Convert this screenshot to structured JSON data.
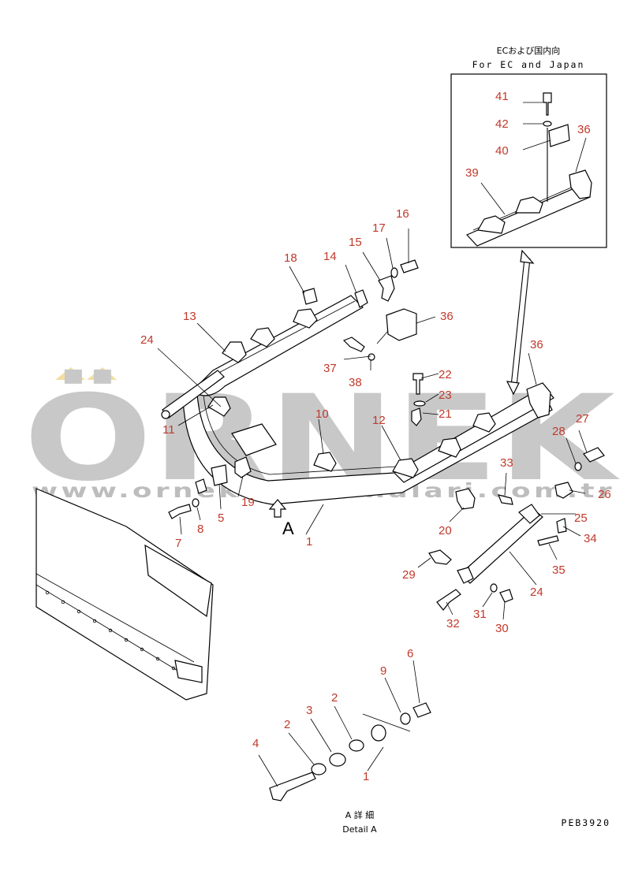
{
  "inset": {
    "title_jp": "ECおよび国内向",
    "title_en": "For EC and Japan"
  },
  "detail": {
    "marker": "A",
    "caption_jp": "A 詳 細",
    "caption_en": "Detail A"
  },
  "drawing_code": "PEB3920",
  "watermark": {
    "brand": "ÖRNEK",
    "url": "www.ornekismakinalari.com.tr"
  },
  "callouts": [
    "1",
    "2",
    "3",
    "4",
    "5",
    "6",
    "7",
    "8",
    "9",
    "10",
    "11",
    "12",
    "13",
    "14",
    "15",
    "16",
    "17",
    "18",
    "19",
    "20",
    "21",
    "22",
    "23",
    "24",
    "25",
    "26",
    "27",
    "28",
    "29",
    "30",
    "31",
    "32",
    "33",
    "34",
    "35",
    "36",
    "37",
    "38",
    "39",
    "40",
    "41",
    "42"
  ],
  "colors": {
    "callout": "#c0392b",
    "watermark": "#c8c8c8",
    "watermark_accent": "#f2dfa0"
  }
}
